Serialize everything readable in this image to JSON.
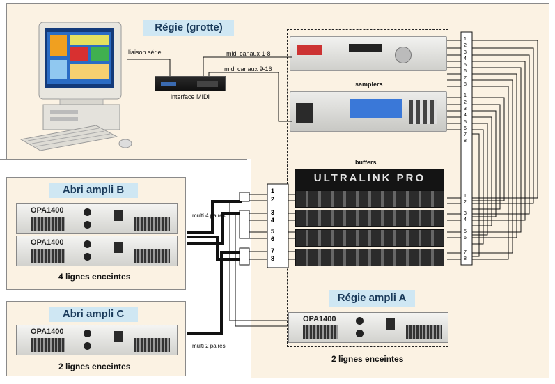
{
  "regie_grotte": {
    "title": "Régie (grotte)",
    "serial_link": "liaison série",
    "midi_interface": "interface MIDI",
    "midi_channels_1_8": "midi canaux 1-8",
    "midi_channels_9_16": "midi canaux 9-16",
    "samplers": "samplers",
    "buffers": "buffers"
  },
  "abri_b": {
    "title": "Abri ampli B",
    "footer": "4 lignes enceintes",
    "cable": "multi 4 paires"
  },
  "abri_c": {
    "title": "Abri ampli C",
    "footer": "2 lignes enceintes",
    "cable": "multi 2 paires"
  },
  "regie_a": {
    "title": "Régie ampli A",
    "footer": "2 lignes enceintes"
  },
  "amp_brand": "OPA1400",
  "buffer_brand": "ULTRALINK PRO",
  "patch_left_numbers": [
    "1",
    "2",
    "3",
    "4",
    "5",
    "6",
    "7",
    "8"
  ],
  "patch_top_numbers": [
    "1",
    "2",
    "3",
    "4",
    "5",
    "6",
    "7",
    "8",
    "1",
    "2",
    "3",
    "4",
    "5",
    "6",
    "7",
    "8"
  ],
  "patch_bottom_numbers": [
    "1",
    "2",
    "3",
    "4",
    "5",
    "6",
    "7",
    "8"
  ],
  "colors": {
    "panel": "#fbf2e3",
    "title_bg": "#cfe7f3",
    "title_text": "#1a3a5a",
    "wire": "#111111"
  }
}
